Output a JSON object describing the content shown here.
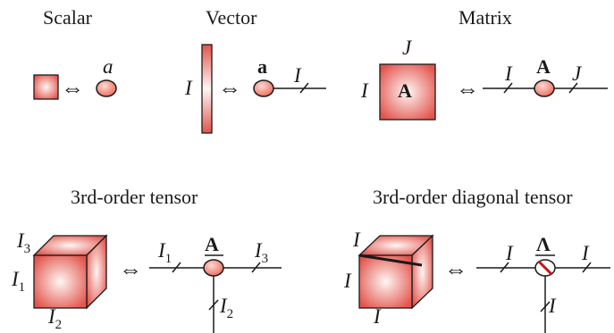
{
  "colors": {
    "fill_edge": "#e2544c",
    "fill_center": "#fff6f4",
    "node_fill": "#ec6a5c",
    "ink": "#1a1a1a",
    "diag_slash": "#cc1111"
  },
  "arrow_symbol": "⇔",
  "scalar": {
    "title": "Scalar",
    "node_label": "a"
  },
  "vector": {
    "title": "Vector",
    "block_index": "I",
    "node_label": "a",
    "edge_index": "I"
  },
  "matrix": {
    "title": "Matrix",
    "block_label": "A",
    "row_index": "I",
    "col_index": "J",
    "node_label": "A",
    "left_edge_index": "I",
    "right_edge_index": "J"
  },
  "tensor3": {
    "title": "3rd-order tensor",
    "cube_index_top": "I",
    "cube_index_top_sub": "3",
    "cube_index_left": "I",
    "cube_index_left_sub": "1",
    "cube_index_bottom": "I",
    "cube_index_bottom_sub": "2",
    "node_label": "A",
    "left_edge_index": "I",
    "left_edge_sub": "1",
    "right_edge_index": "I",
    "right_edge_sub": "3",
    "down_edge_index": "I",
    "down_edge_sub": "2"
  },
  "diag3": {
    "title": "3rd-order diagonal tensor",
    "cube_index_top": "I",
    "cube_index_left": "I",
    "cube_index_bottom": "I",
    "node_label": "Λ",
    "left_edge_index": "I",
    "right_edge_index": "I",
    "down_edge_index": "I"
  }
}
